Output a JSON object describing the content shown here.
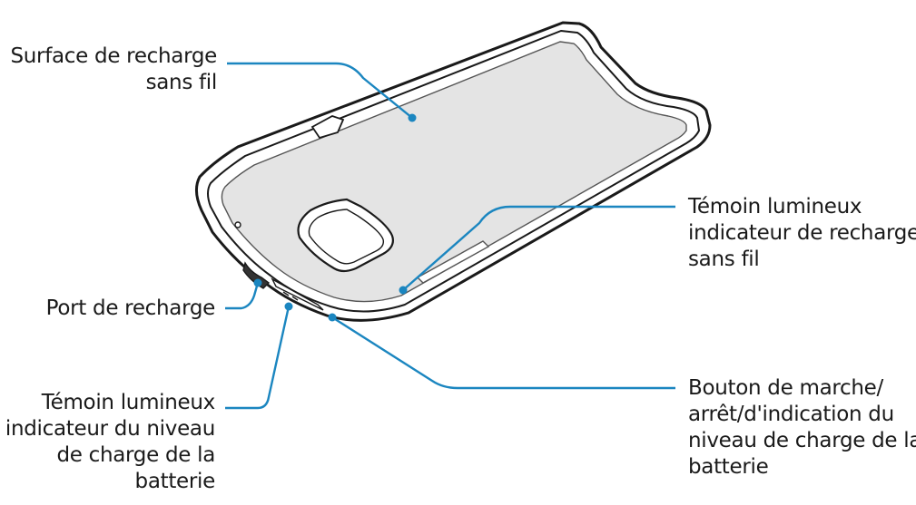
{
  "labels": {
    "wireless_surface": [
      "Surface de recharge",
      "sans fil"
    ],
    "wireless_led": [
      "Témoin lumineux",
      "indicateur de recharge",
      "sans fil"
    ],
    "charging_port": [
      "Port de recharge"
    ],
    "battery_led": [
      "Témoin lumineux",
      "indicateur du niveau",
      "de charge de la",
      "batterie"
    ],
    "power_button": [
      "Bouton de marche/",
      "arrêt/d'indication du",
      "niveau de charge de la",
      "batterie"
    ]
  },
  "colors": {
    "leader": "#1b86c0",
    "outline": "#1a1a1a",
    "case_inner": "#e4e4e4",
    "case_edge": "#ffffff"
  }
}
